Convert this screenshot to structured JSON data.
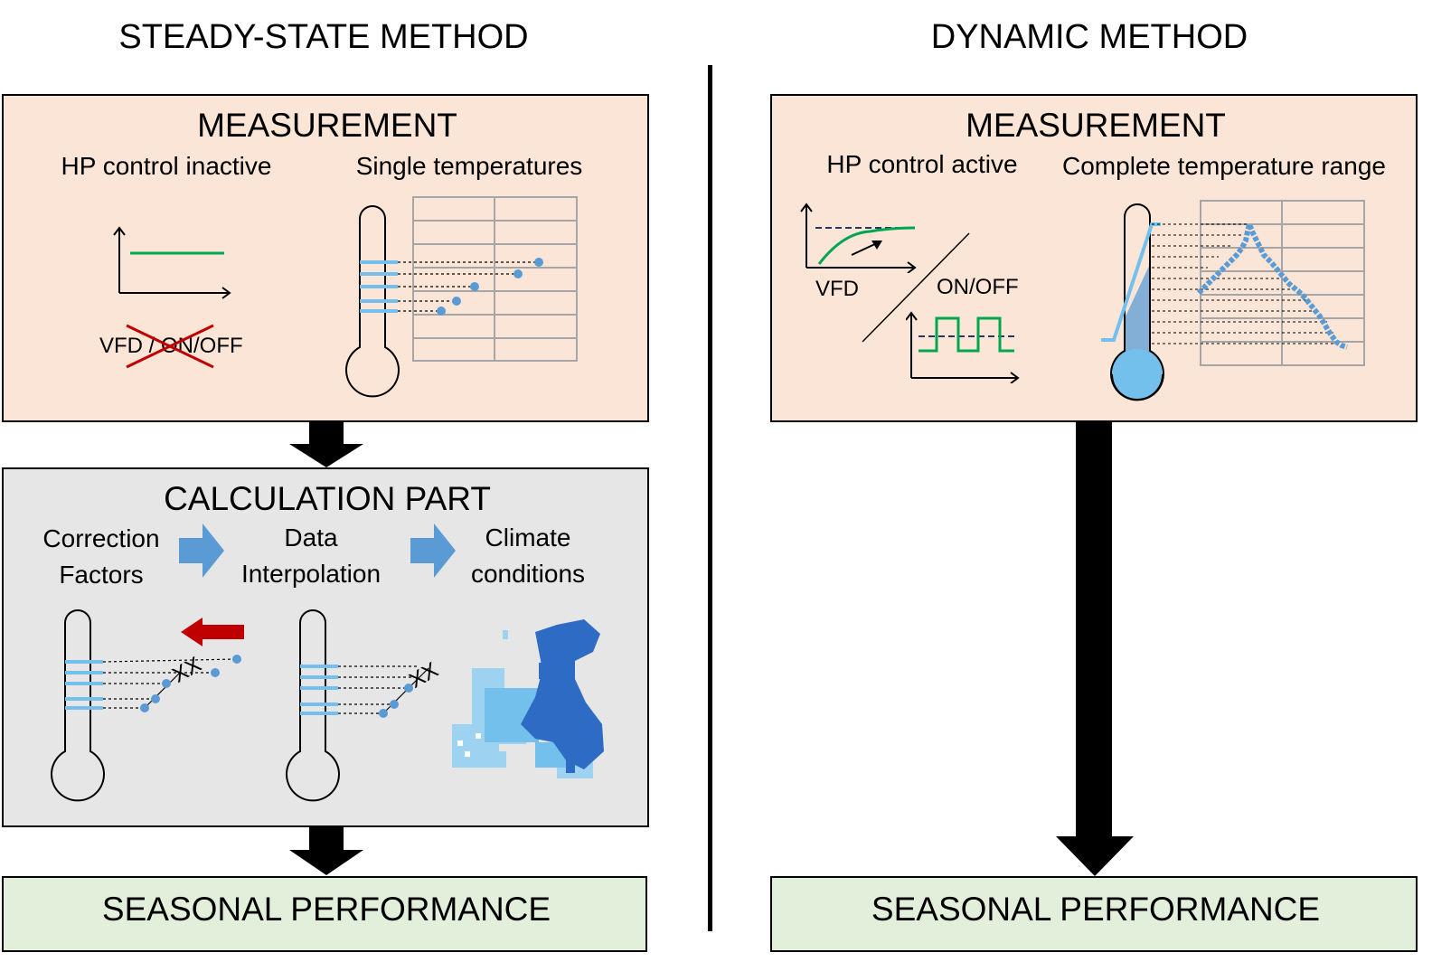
{
  "left": {
    "heading": "STEADY-STATE METHOD",
    "measurement": {
      "title": "MEASUREMENT",
      "control_label": "HP control inactive",
      "temps_label": "Single temperatures",
      "crossed_label": "VFD / ON/OFF"
    },
    "calculation": {
      "title": "CALCULATION PART",
      "steps": [
        {
          "line1": "Correction",
          "line2": "Factors"
        },
        {
          "line1": "Data",
          "line2": "Interpolation"
        },
        {
          "line1": "Climate",
          "line2": "conditions"
        }
      ],
      "marker_text": "XX"
    },
    "result": "SEASONAL PERFORMANCE"
  },
  "right": {
    "heading": "DYNAMIC METHOD",
    "measurement": {
      "title": "MEASUREMENT",
      "control_label": "HP control active",
      "temps_label": "Complete temperature range",
      "vfd_label": "VFD",
      "onoff_label": "ON/OFF"
    },
    "result": "SEASONAL PERFORMANCE"
  },
  "colors": {
    "measurement_fill": "#fbe5d6",
    "calculation_fill": "#e6e6e6",
    "result_fill": "#e2efda",
    "thermo_blue": "#5b9bd5",
    "light_blue": "#74c0ec",
    "green_line": "#00a64f",
    "cross_red": "#c00000",
    "map_dark": "#2e6bc4",
    "map_light": "#9dd3f0"
  }
}
